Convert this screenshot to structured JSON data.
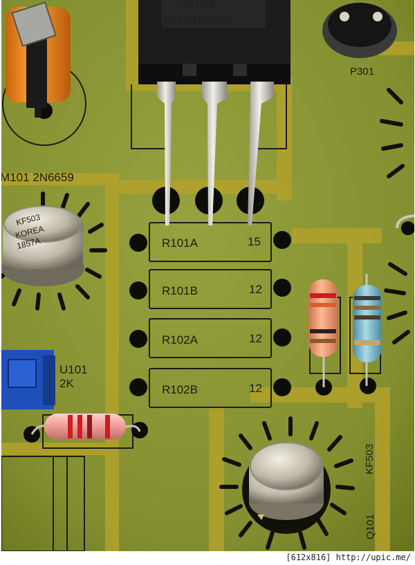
{
  "colors": {
    "board": "#8f9a3a",
    "board_dark": "#6f7a22",
    "trace": "#b9a628",
    "silkscreen": "#1b1d12",
    "pad_ring": "#0b0d06",
    "metal": "#c8c6bd",
    "transistor_body": "#1c1c1c",
    "trimmer_blue": "#1f4fb8",
    "capacitor_orange": "#f08a1a",
    "resistor_pink": "#ef9c9a",
    "resistor_salmon": "#f2a07d",
    "resistor_blue": "#7fb7c8"
  },
  "labels": {
    "power_transistor_top": "SS1028",
    "power_transistor_bottom": "DS1451KOREX",
    "trimmer_ref": "P301",
    "transistor_m101": "M101 2N6659",
    "can_marking_1": "KF503",
    "can_marking_2": "KOREA",
    "can_marking_3": "1857A",
    "trim_pot_ref": "U101",
    "trim_pot_value": "2K",
    "q101_part": "KF503",
    "q101_ref": "Q101"
  },
  "resistors": [
    {
      "ref": "R101A",
      "value": "15"
    },
    {
      "ref": "R101B",
      "value": "12"
    },
    {
      "ref": "R102A",
      "value": "12"
    },
    {
      "ref": "R102B",
      "value": "12"
    }
  ],
  "footer": {
    "credit": "[612x816] http://upic.me/"
  }
}
